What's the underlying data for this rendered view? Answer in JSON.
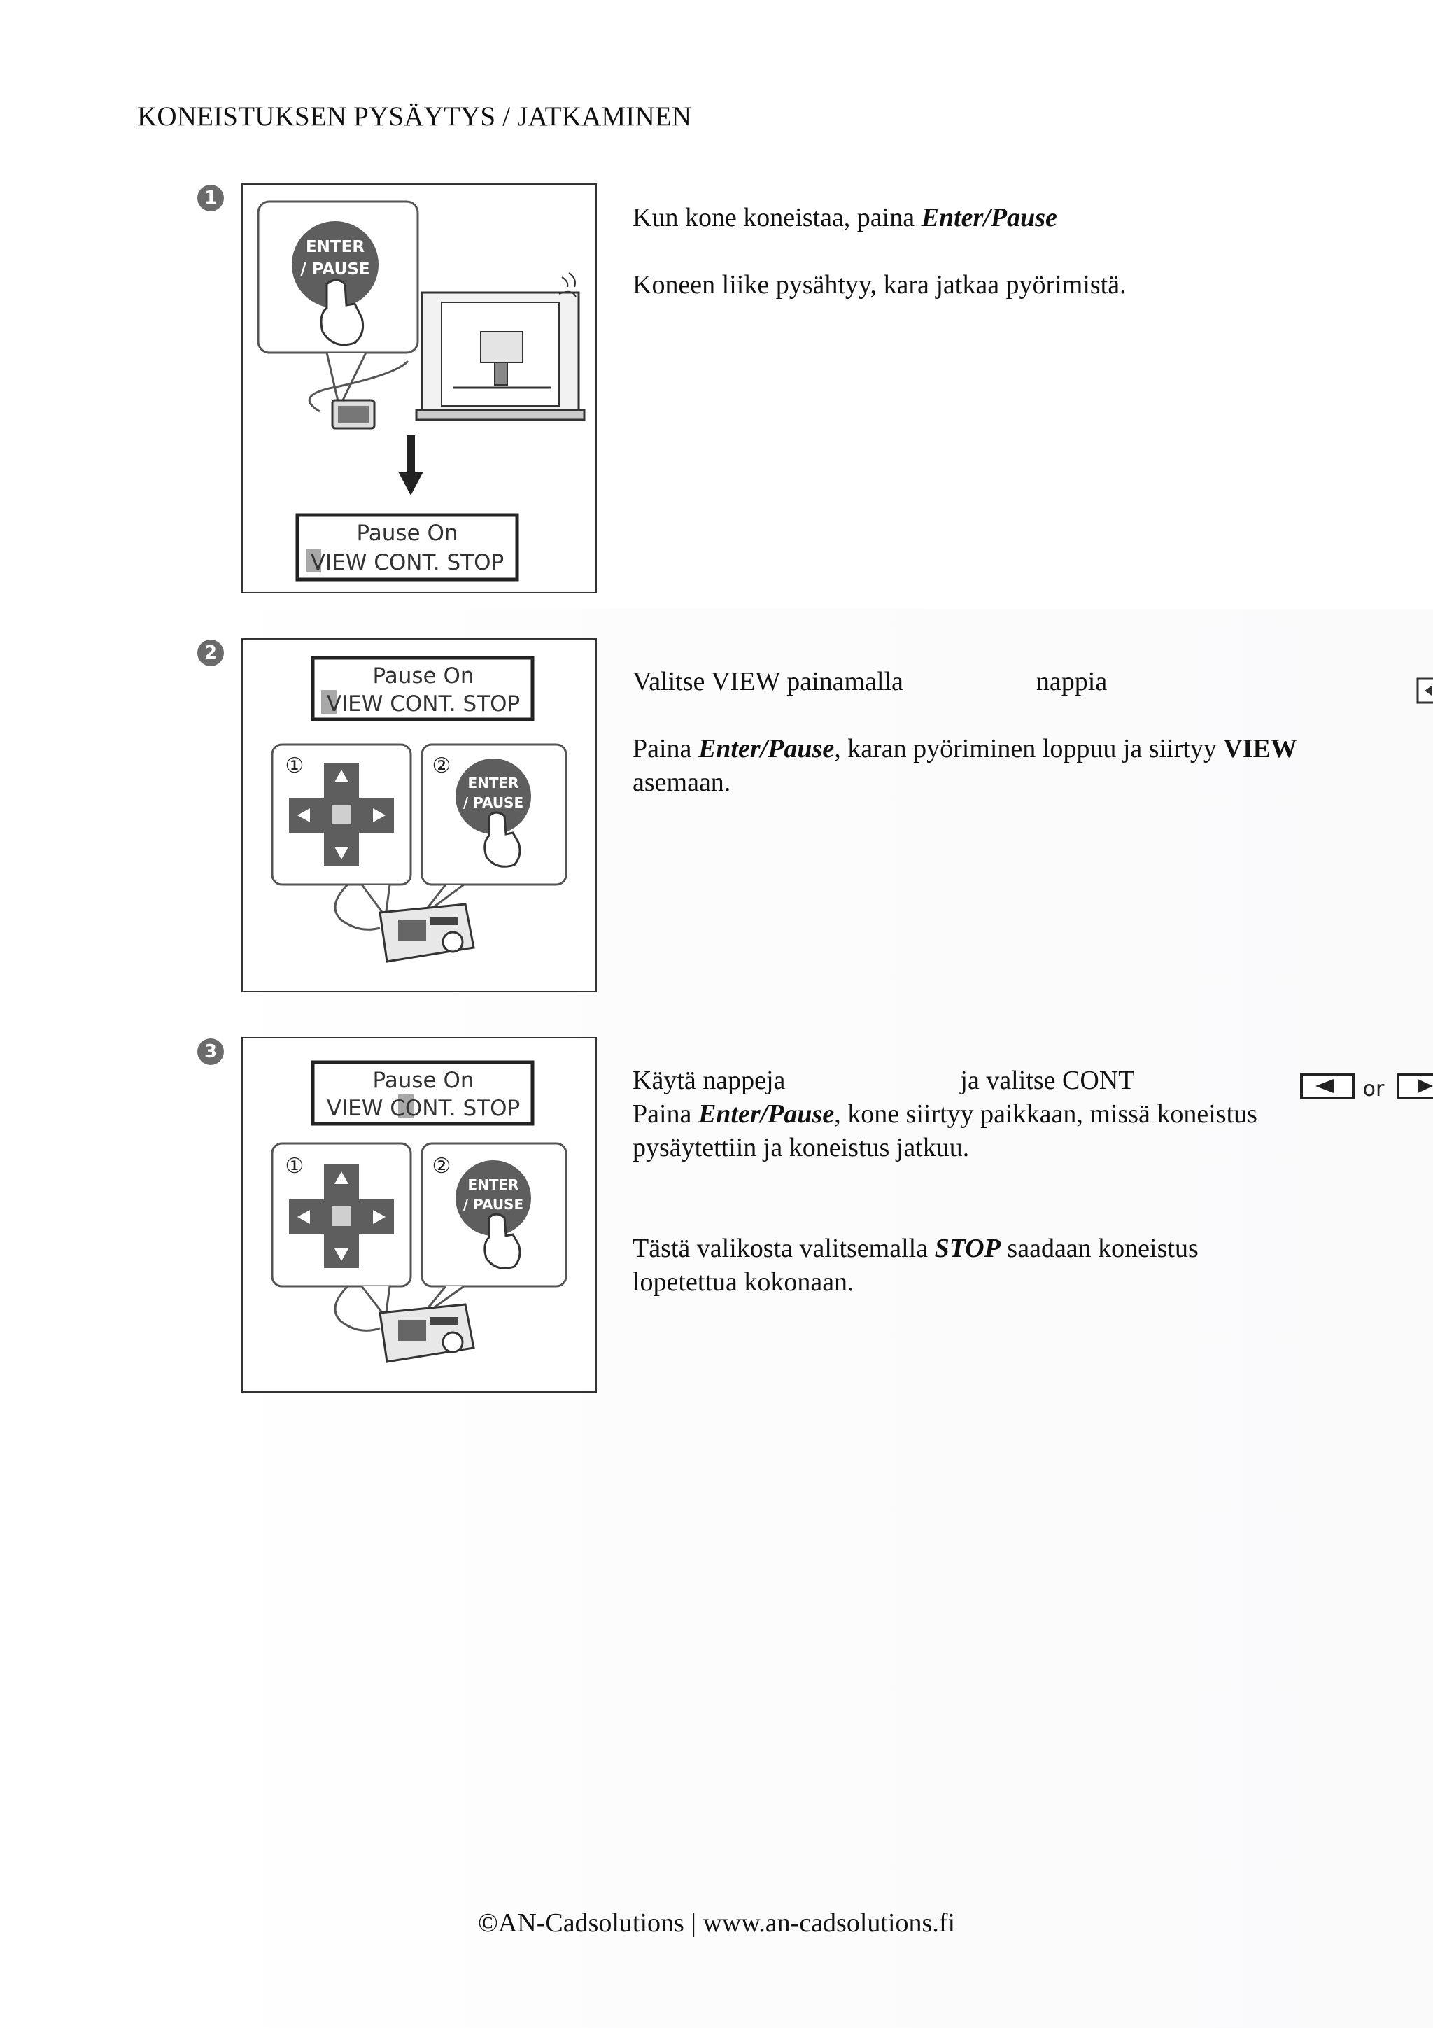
{
  "title": "KONEISTUKSEN PYSÄYTYS / JATKAMINEN",
  "steps": [
    {
      "number": "1",
      "line1_prefix": "Kun kone koneistaa, paina ",
      "line1_bold": "Enter/Pause",
      "line2": "Koneen liike pysähtyy, kara jatkaa pyörimistä.",
      "figure": {
        "key_top": "ENTER",
        "key_bottom": "/ PAUSE",
        "lcd_line1": "Pause  On",
        "lcd_line2": "VIEW CONT. STOP"
      }
    },
    {
      "number": "2",
      "line1_prefix": "Valitse VIEW painamalla",
      "line1_suffix": "nappia",
      "line2_prefix": "Paina ",
      "line2_bold": "Enter/Pause",
      "line2_mid": ", karan pyöriminen loppuu ja siirtyy ",
      "line2_bold2": "VIEW",
      "line3": "asemaan.",
      "figure": {
        "lcd_line1": "Pause  On",
        "lcd_line2": "VIEW CONT. STOP",
        "callout1": "①",
        "callout2": "②",
        "key_top": "ENTER",
        "key_bottom": "/ PAUSE"
      }
    },
    {
      "number": "3",
      "line1_prefix": "Käytä nappeja",
      "line1_suffix": "ja valitse CONT",
      "icon_or": "or",
      "line2_prefix": "Paina ",
      "line2_bold": "Enter/Pause",
      "line2_rest": ", kone siirtyy paikkaan, missä koneistus",
      "line3": "pysäytettiin ja koneistus jatkuu.",
      "line4_prefix": "Tästä valikosta valitsemalla ",
      "line4_bold": "STOP",
      "line4_rest": " saadaan koneistus",
      "line5": "lopetettua kokonaan.",
      "figure": {
        "lcd_line1": "Pause  On",
        "lcd_line2": "VIEW CONT. STOP",
        "callout1": "①",
        "callout2": "②",
        "key_top": "ENTER",
        "key_bottom": "/ PAUSE"
      }
    }
  ],
  "footer": "©AN-Cadsolutions | www.an-cadsolutions.fi",
  "colors": {
    "text": "#111111",
    "figure_dark": "#5e5e5e",
    "figure_mid": "#8a8a8a",
    "highlight": "#a8a8a8"
  },
  "icons": [
    "left-arrow-key-icon",
    "right-arrow-key-icon",
    "step-badge-icon"
  ]
}
